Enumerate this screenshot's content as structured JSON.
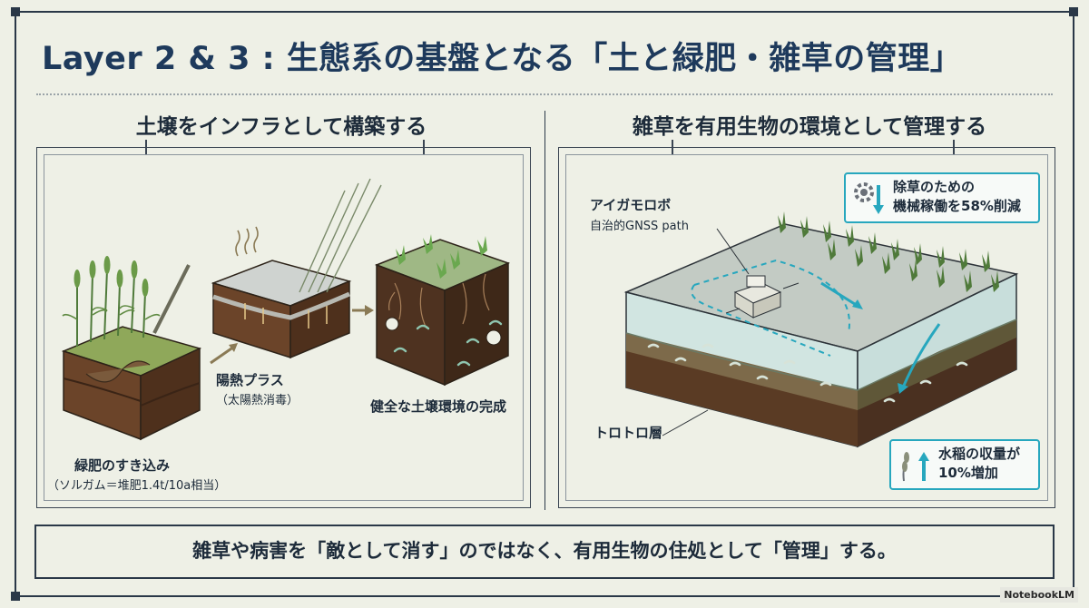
{
  "title": "Layer 2 & 3 : 生態系の基盤となる「土と緑肥・雑草の管理」",
  "left": {
    "heading": "土壌をインフラとして構築する",
    "step1_label": "緑肥のすき込み",
    "step1_sub": "（ソルガム＝堆肥1.4t/10a相当）",
    "step2_label": "陽熱プラス",
    "step2_sub": "（太陽熱消毒）",
    "step3_label": "健全な土壌環境の完成"
  },
  "right": {
    "heading": "雑草を有用生物の環境として管理する",
    "robot_label": "アイガモロボ",
    "robot_sub": "自治的GNSS path",
    "callout_top_line1": "除草のための",
    "callout_top_line2": "機械稼働を58%削減",
    "layer_label": "トロトロ層",
    "callout_bottom_line1": "水稲の収量が",
    "callout_bottom_line2": "10%増加"
  },
  "bottom_message": "雑草や病害を「敵として消す」のではなく、有用生物の住処として「管理」する。",
  "watermark": "NotebookLM",
  "icons": [
    "gear-icon",
    "arrow-down-icon",
    "rice-icon",
    "arrow-up-icon",
    "sun-ray-icon",
    "heat-arrow-icon"
  ],
  "colors": {
    "accent": "#27a7be",
    "title": "#1e3a5c",
    "soil": "#5a3b24",
    "grass": "#4f7a3a",
    "water": "#b8dde0"
  }
}
